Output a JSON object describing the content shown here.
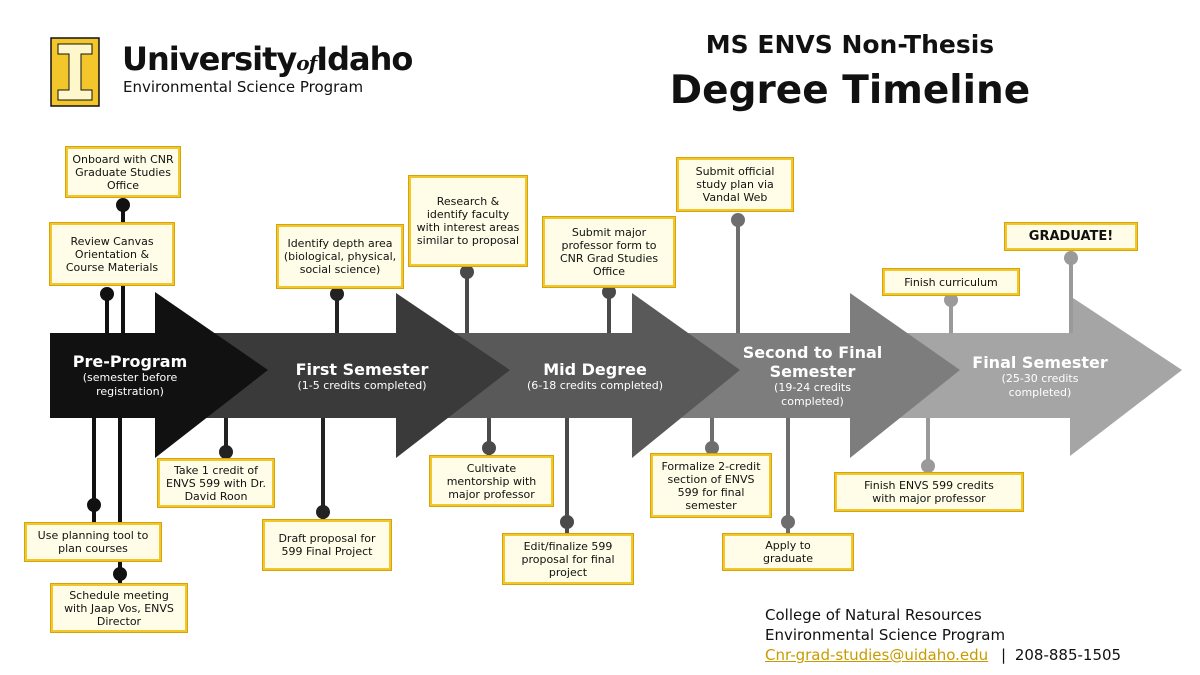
{
  "header": {
    "university_name_a": "University",
    "university_name_of": "of",
    "university_name_b": "Idaho",
    "program": "Environmental Science Program",
    "title_line1": "MS ENVS Non-Thesis",
    "title_line2": "Degree Timeline"
  },
  "stages": [
    {
      "name": "Pre-Program",
      "credits": "(semester before registration)"
    },
    {
      "name": "First Semester",
      "credits": "(1-5 credits completed)"
    },
    {
      "name": "Mid Degree",
      "credits": "(6-18 credits completed)"
    },
    {
      "name": "Second to Final Semester",
      "credits": "(19-24 credits completed)"
    },
    {
      "name": "Final Semester",
      "credits": "(25-30 credits completed)"
    }
  ],
  "tasks": {
    "onboard": "Onboard with CNR Graduate Studies Office",
    "canvas": "Review Canvas Orientation & Course Materials",
    "planning_tool": "Use planning tool to plan courses",
    "schedule_meeting": "Schedule meeting with Jaap Vos, ENVS Director",
    "depth_area": "Identify depth area (biological, physical, social science)",
    "take_599": "Take 1 credit of ENVS 599 with Dr. David Roon",
    "draft_proposal": "Draft proposal for 599 Final Project",
    "research_faculty": "Research & identify faculty with interest areas similar to proposal",
    "major_prof_form": "Submit major professor form to CNR Grad Studies Office",
    "cultivate": "Cultivate mentorship with major professor",
    "edit_proposal": "Edit/finalize 599 proposal for final project",
    "study_plan": "Submit official study plan via Vandal Web",
    "formalize": "Formalize 2-credit section of ENVS 599 for final semester",
    "apply_graduate": "Apply to graduate",
    "finish_curriculum": "Finish curriculum",
    "graduate": "GRADUATE!",
    "finish_599": "Finish ENVS 599 credits with major professor"
  },
  "contact": {
    "college": "College of Natural Resources",
    "program": "Environmental Science Program",
    "email": "Cnr-grad-studies@uidaho.edu",
    "separator": "|",
    "phone": "208-885-1505"
  },
  "colors": {
    "gold": "#f3c72c",
    "box_fill": "#fffde7",
    "stage1": "#111111",
    "stage2": "#3a3a3a",
    "stage3": "#595959",
    "stage4": "#7d7d7d",
    "stage5": "#a5a5a5"
  }
}
